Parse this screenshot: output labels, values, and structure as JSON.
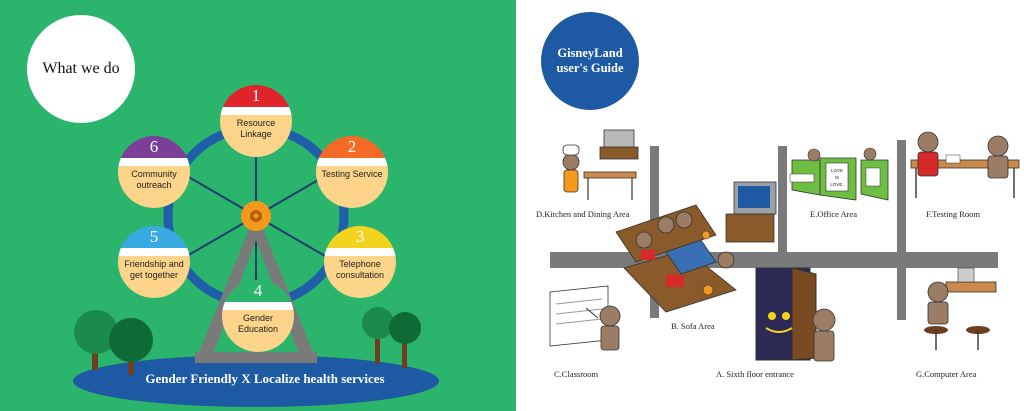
{
  "left_panel": {
    "intro_title": "What we do",
    "pods": [
      {
        "number": "1",
        "label": "Resource Linkage",
        "color": "#e0242c"
      },
      {
        "number": "2",
        "label": "Testing Service",
        "color": "#f26a25"
      },
      {
        "number": "3",
        "label": "Telephone consultation",
        "color": "#f3d320"
      },
      {
        "number": "4",
        "label": "Gender Education",
        "color": "#2bb46c"
      },
      {
        "number": "5",
        "label": "Friendship and get together",
        "color": "#39a9e1"
      },
      {
        "number": "6",
        "label": "Community outreach",
        "color": "#7b3f98"
      }
    ],
    "banner": "Gender Friendly X Localize health services"
  },
  "right_panel": {
    "guide_title_line1": "GisneyLand",
    "guide_title_line2": "user's Guide",
    "areas": {
      "kitchen": "D.Kitchen and Dining Area",
      "office": "E.Office Area",
      "testing": "F.Testing Room",
      "sofa": "B. Sofa Area",
      "classroom": "C.Classroom",
      "entrance": "A. Sixth floor entrance",
      "computer": "G.Computer Area"
    },
    "sign_text": "LOVE IS LOVE."
  },
  "colors": {
    "left_bg": "#2bb46c",
    "wheel_ring": "#1f5ea8",
    "pod_body": "#fcd48a",
    "banner_bg": "#1e5aa3",
    "guide_circle": "#1e5aa3"
  }
}
